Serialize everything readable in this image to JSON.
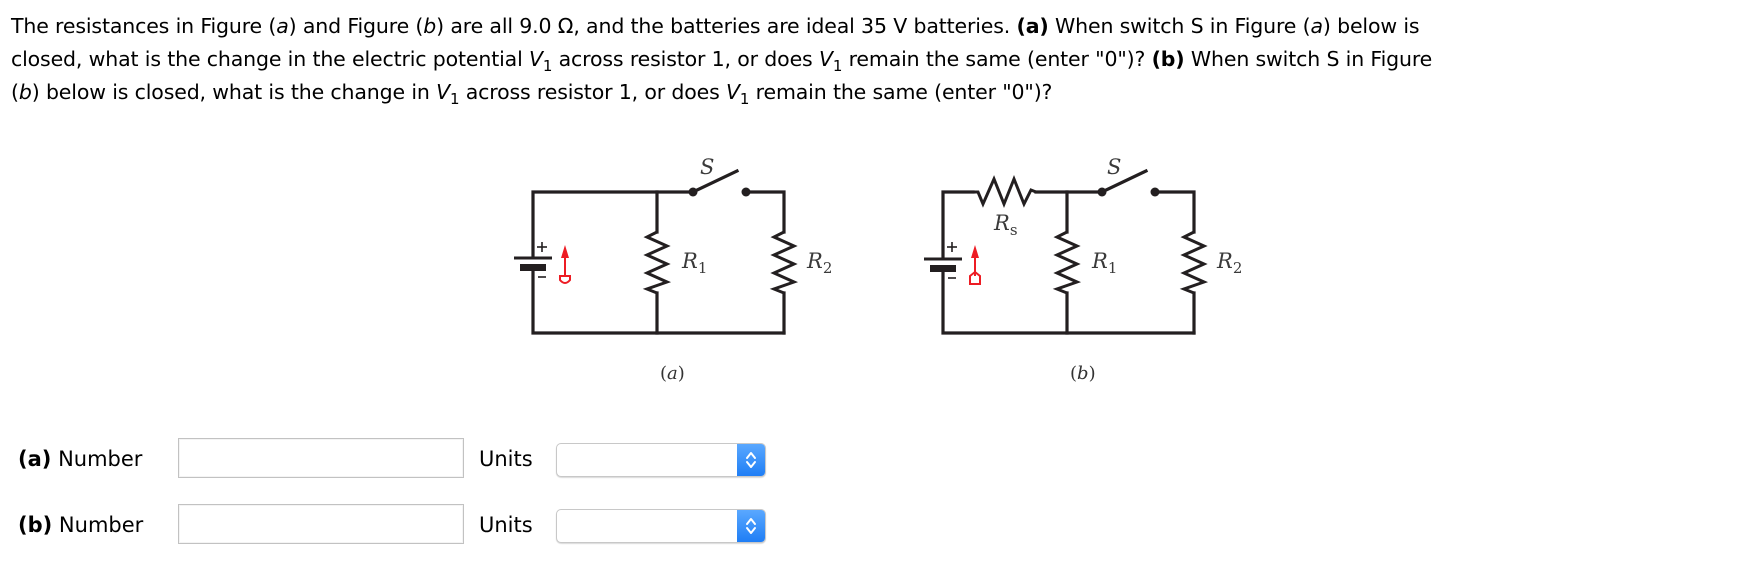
{
  "question": {
    "line1": {
      "t1": "The resistances in Figure (",
      "fig_a": "a",
      "t2": ") and Figure (",
      "fig_b": "b",
      "t3": ") are all 9.0 Ω, and the batteries are ideal 35 V batteries. ",
      "part_a": "(a)",
      "t4": " When switch S in Figure (",
      "fig_a2": "a",
      "t5": ") below is"
    },
    "line2": {
      "t1": "closed, what is the change in the electric potential ",
      "v": "V",
      "v_sub": "1",
      "t2": " across resistor 1, or does ",
      "v2": "V",
      "v2_sub": "1",
      "t3": " remain the same (enter \"0\")? ",
      "part_b": "(b)",
      "t4": " When switch S in Figure"
    },
    "line3": {
      "t0": "(",
      "fig_b": "b",
      "t1": ") below is closed, what is the change in ",
      "v": "V",
      "v_sub": "1",
      "t2": " across resistor 1, or does ",
      "v2": "V",
      "v2_sub": "1",
      "t3": " remain the same (enter \"0\")?"
    }
  },
  "figures": {
    "a": {
      "switch_label": "S",
      "r1_label": "R",
      "r1_sub": "1",
      "r2_label": "R",
      "r2_sub": "2",
      "plus": "+",
      "minus": "−",
      "caption_open": "(",
      "caption_letter": "a",
      "caption_close": ")"
    },
    "b": {
      "switch_label": "S",
      "rs_label": "R",
      "rs_sub": "s",
      "r1_label": "R",
      "r1_sub": "1",
      "r2_label": "R",
      "r2_sub": "2",
      "plus": "+",
      "minus": "−",
      "caption_open": "(",
      "caption_letter": "b",
      "caption_close": ")"
    },
    "accent_color": "#ed1c24"
  },
  "answers": [
    {
      "part": "(a)",
      "label": "Number",
      "number_value": "",
      "number_placeholder": "",
      "units_label": "Units",
      "units_selected": ""
    },
    {
      "part": "(b)",
      "label": "Number",
      "number_value": "",
      "number_placeholder": "",
      "units_label": "Units",
      "units_selected": ""
    }
  ],
  "icons": {
    "select_spinner": "chevron-up-down-icon",
    "voltage_arrow": "arrow-up-icon"
  }
}
